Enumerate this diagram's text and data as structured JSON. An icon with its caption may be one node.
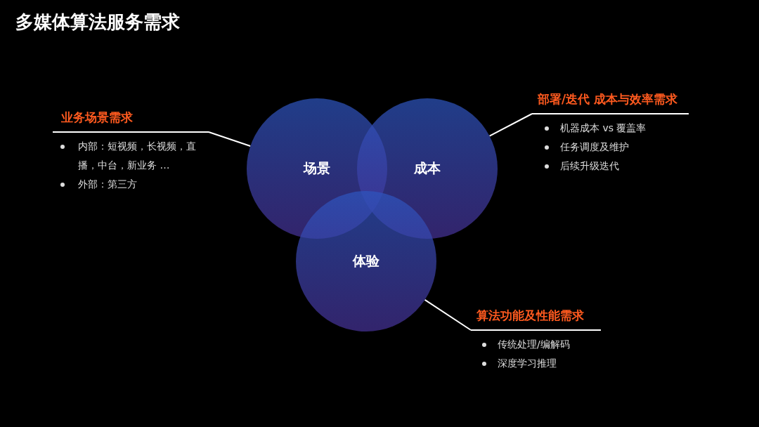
{
  "diagram": {
    "title": "多媒体算法服务需求",
    "nodes": [
      {
        "text": [
          "场景"
        ]
      },
      {
        "text": [
          "成本"
        ]
      },
      {
        "text": [
          "体验"
        ]
      },
      {
        "text": [
          "业务场景需求",
          "内部：短视频，长视频，直播，中台，新业务 …",
          "外部：第三方"
        ]
      },
      {
        "text": [
          "部署/迭代 成本与效率需求",
          "机器成本 vs 覆盖率",
          "任务调度及维护",
          "后续升级迭代"
        ]
      },
      {
        "text": [
          "算法功能及性能需求",
          "传统处理/编解码",
          "深度学习推理"
        ]
      }
    ],
    "edges": [
      {
        "from": 3,
        "to": 0,
        "arrow": "none"
      },
      {
        "from": 4,
        "to": 1,
        "arrow": "none"
      },
      {
        "from": 5,
        "to": 2,
        "arrow": "none"
      }
    ]
  }
}
